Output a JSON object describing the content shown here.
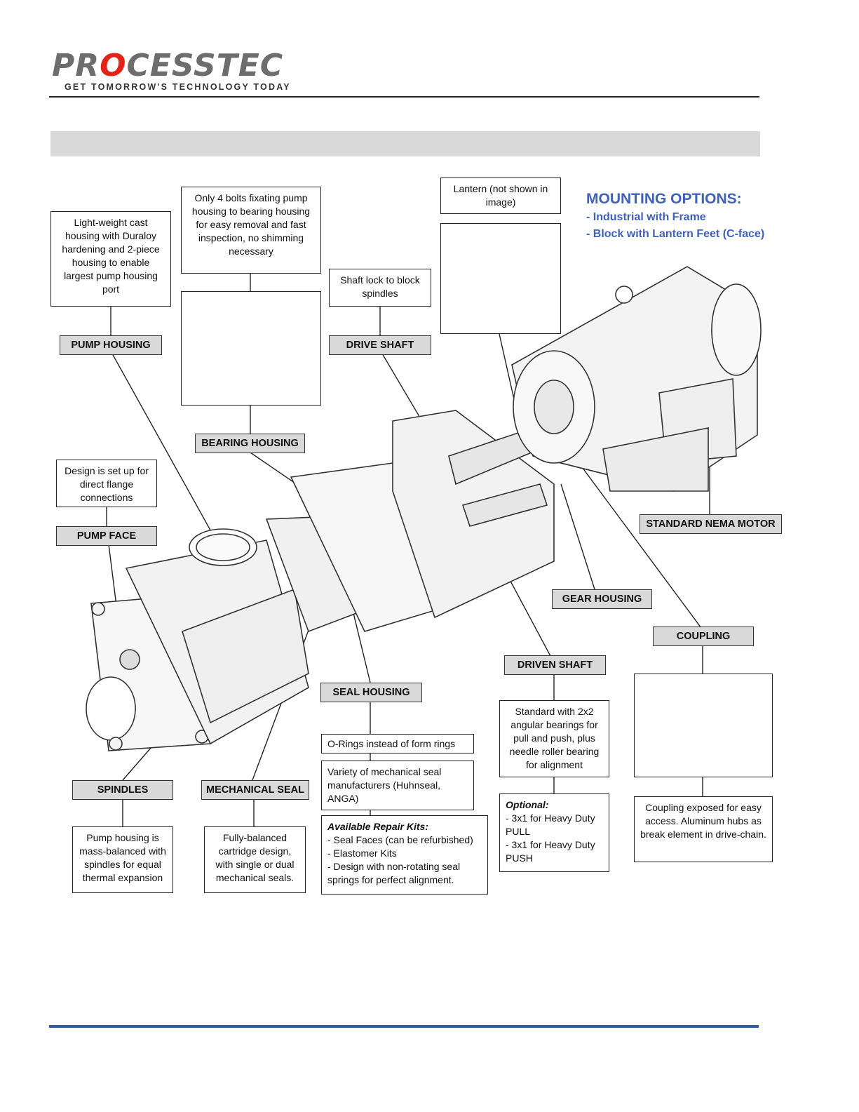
{
  "header": {
    "logo_pre": "PR",
    "logo_o": "O",
    "logo_post": "CESSTEC",
    "tagline": "GET TOMORROW'S TECHNOLOGY TODAY"
  },
  "mounting": {
    "title": "MOUNTING OPTIONS:",
    "option1": "- Industrial with Frame",
    "option2": "- Block with Lantern Feet (C-face)"
  },
  "labels": {
    "pump_housing": "PUMP HOUSING",
    "bearing_housing": "BEARING HOUSING",
    "drive_shaft": "DRIVE SHAFT",
    "pump_face": "PUMP FACE",
    "standard_nema_motor": "STANDARD NEMA MOTOR",
    "gear_housing": "GEAR HOUSING",
    "coupling": "COUPLING",
    "driven_shaft": "DRIVEN SHAFT",
    "seal_housing": "SEAL HOUSING",
    "spindles": "SPINDLES",
    "mechanical_seal": "MECHANICAL SEAL"
  },
  "notes": {
    "pump_housing": "Light-weight cast housing with Duraloy hardening and 2-piece housing to enable largest pump housing port",
    "bearing_housing": "Only 4 bolts fixating pump housing to bearing housing for easy removal and fast inspection, no shimming necessary",
    "drive_shaft": "Shaft lock to block spindles",
    "lantern": "Lantern (not shown in image)",
    "pump_face": "Design is set up for direct flange connections",
    "spindles": "Pump housing is mass-balanced with spindles for equal thermal expansion",
    "mechanical_seal": "Fully-balanced cartridge design, with single or dual mechanical seals.",
    "seal_orings": "O-Rings instead of form rings",
    "seal_variety": "Variety of mechanical seal manufacturers (Huhnseal, ANGA)",
    "kits_title": "Available Repair Kits:",
    "kits_1": "- Seal Faces (can be refurbished)",
    "kits_2": "- Elastomer Kits",
    "kits_3": "- Design with non-rotating seal springs for perfect alignment.",
    "driven_shaft": "Standard with 2x2 angular bearings for pull and push, plus needle roller bearing for alignment",
    "optional_title": "Optional:",
    "optional_1": "- 3x1 for Heavy Duty PULL",
    "optional_2": "- 3x1 for Heavy Duty PUSH",
    "coupling": "Coupling exposed for easy access. Aluminum hubs as break element in drive-chain."
  },
  "colors": {
    "accent_blue": "#3f61b9",
    "logo_red": "#e2231a",
    "logo_gray": "#6d6d6d",
    "tag_fill": "#d9d9d9",
    "footer_rule": "#2e5ea6",
    "arrow_red": "#e2231a"
  }
}
